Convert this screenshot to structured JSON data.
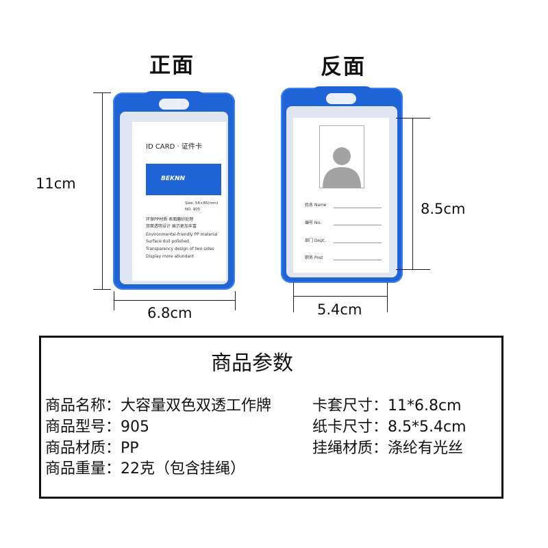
{
  "headings": {
    "front": "正面",
    "back": "反面"
  },
  "front_card": {
    "title": "ID CARD · 证件卡",
    "brand": "BEKNN",
    "size_text": "Size: 54×85(mm)",
    "no_text": "NO. 905",
    "features_cn": [
      "环保PP材质   表面磨砂处理",
      "双面透明设计   展示更加丰富"
    ],
    "features_en": [
      "Environmental-friendly PP material",
      "Surface dull polished",
      "Transparency design of two sides",
      "Display more abundant"
    ]
  },
  "back_card": {
    "fields": [
      "姓名 Name",
      "编号 No.",
      "部门 Dept.",
      "职务 Post"
    ]
  },
  "dimensions": {
    "front_height": "11cm",
    "front_width": "6.8cm",
    "back_height": "8.5cm",
    "back_width": "5.4cm"
  },
  "params": {
    "title": "商品参数",
    "left": [
      "商品名称：大容量双色双透工作牌",
      "商品型号：905",
      "商品材质：PP",
      "商品重量：22克（包含挂绳）"
    ],
    "right": [
      "卡套尺寸：11*6.8cm",
      "纸卡尺寸：8.5*5.4cm",
      "挂绳材质：涤纶有光丝"
    ]
  },
  "colors": {
    "card_blue": "#1f64d6",
    "brand_block": "#1f64d6"
  },
  "icons": [
    "avatar-placeholder-icon"
  ]
}
